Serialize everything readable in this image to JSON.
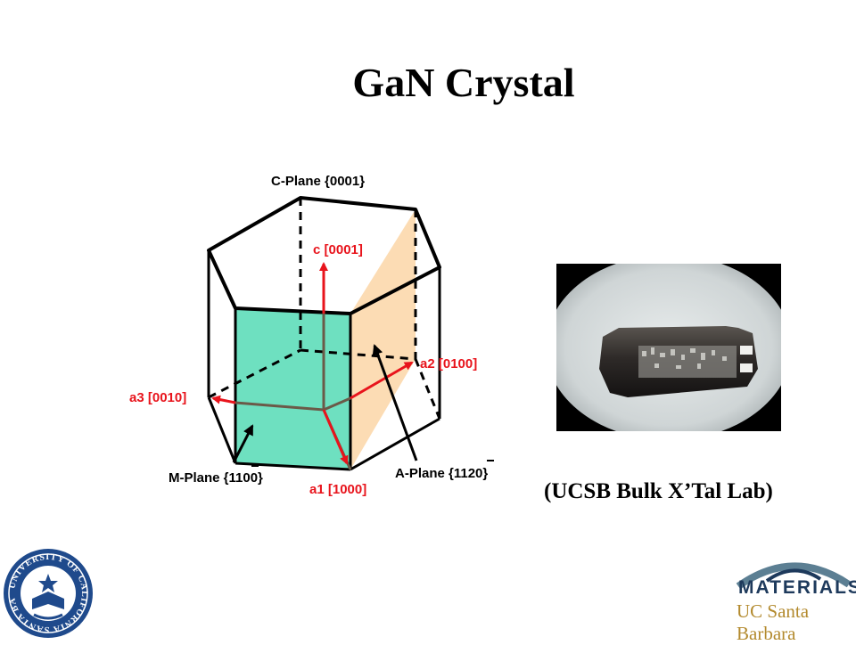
{
  "slide": {
    "title": "GaN Crystal"
  },
  "diagram": {
    "labels": {
      "c_plane": "C-Plane {0001}",
      "c_axis": "c [0001]",
      "a2_axis": "a2 [0100]",
      "a3_axis": "a3 [0010]",
      "a1_axis": "a1 [1000]",
      "m_plane": "M-Plane {1100}",
      "a_plane": "A-Plane {1120}"
    },
    "colors": {
      "m_plane_fill": "#6ee0c0",
      "a_plane_fill": "#fcdcb4",
      "axis_red": "#e8141c",
      "axis_dark": "#6b5a48",
      "edge": "#000000"
    }
  },
  "photo": {
    "caption": "(UCSB Bulk X’Tal Lab)"
  },
  "logos": {
    "seal_text": "UNIVERSITY OF CALIFORNIA SANTA BARBARA",
    "materials_word": "MATERIALS",
    "materials_sub": "UC Santa Barbara",
    "seal_color": "#1f4a8c",
    "materials_navy": "#1e3a5c",
    "materials_gold": "#b38a2e"
  }
}
